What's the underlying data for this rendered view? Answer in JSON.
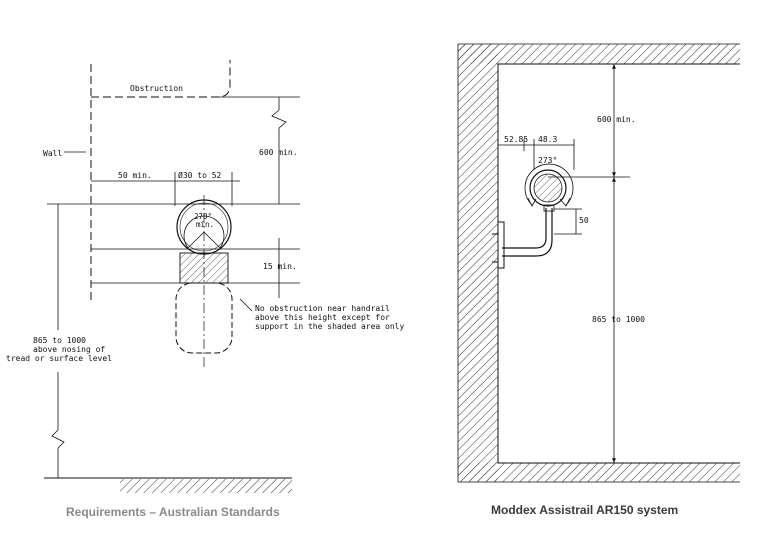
{
  "left_diagram": {
    "obstruction_label": "Obstruction",
    "wall_label": "Wall",
    "dim_600": "600 min.",
    "dim_50": "50 min.",
    "dim_diameter": "Ø30 to 52",
    "angle_270": "270°",
    "angle_min": "min.",
    "dim_15": "15 min.",
    "note_line1": "No obstruction near handrail",
    "note_line2": "above this height except for",
    "note_line3": "support in the shaded area only",
    "height_line1": "865 to 1000",
    "height_line2": "above nosing of",
    "height_line3": "tread or surface level",
    "caption": "Requirements – Australian Standards"
  },
  "right_diagram": {
    "dim_600": "600 min.",
    "dim_5285": "52.85",
    "dim_483": "48.3",
    "angle_273": "273°",
    "dim_50": "50",
    "height": "865 to 1000",
    "caption": "Moddex Assistrail AR150 system"
  }
}
